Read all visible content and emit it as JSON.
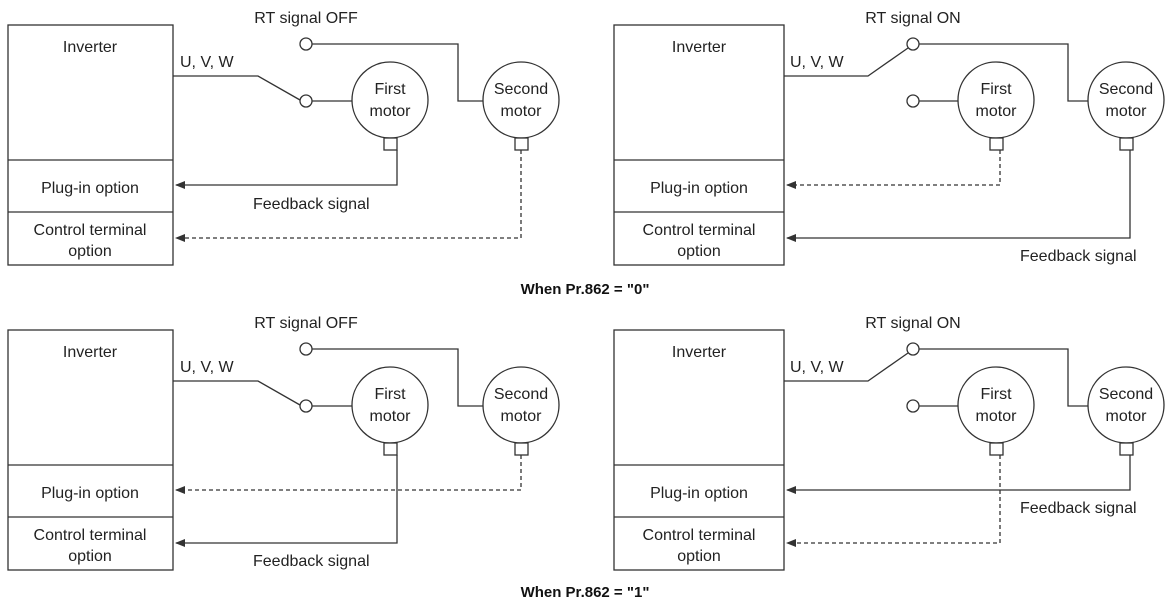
{
  "captions": {
    "top": "When Pr.862 = \"0\"",
    "bottom": "When Pr.862 = \"1\""
  },
  "panels": [
    {
      "rt_signal": "RT signal OFF",
      "inverter": "Inverter",
      "uvw": "U, V, W",
      "plugin": "Plug-in option",
      "control_line1": "Control terminal",
      "control_line2": "option",
      "first_motor_line1": "First",
      "first_motor_line2": "motor",
      "second_motor_line1": "Second",
      "second_motor_line2": "motor",
      "feedback": "Feedback signal"
    },
    {
      "rt_signal": "RT signal ON",
      "inverter": "Inverter",
      "uvw": "U, V, W",
      "plugin": "Plug-in option",
      "control_line1": "Control terminal",
      "control_line2": "option",
      "first_motor_line1": "First",
      "first_motor_line2": "motor",
      "second_motor_line1": "Second",
      "second_motor_line2": "motor",
      "feedback": "Feedback signal"
    },
    {
      "rt_signal": "RT signal OFF",
      "inverter": "Inverter",
      "uvw": "U, V, W",
      "plugin": "Plug-in option",
      "control_line1": "Control terminal",
      "control_line2": "option",
      "first_motor_line1": "First",
      "first_motor_line2": "motor",
      "second_motor_line1": "Second",
      "second_motor_line2": "motor",
      "feedback": "Feedback signal"
    },
    {
      "rt_signal": "RT signal ON",
      "inverter": "Inverter",
      "uvw": "U, V, W",
      "plugin": "Plug-in option",
      "control_line1": "Control terminal",
      "control_line2": "option",
      "first_motor_line1": "First",
      "first_motor_line2": "motor",
      "second_motor_line1": "Second",
      "second_motor_line2": "motor",
      "feedback": "Feedback signal"
    }
  ]
}
